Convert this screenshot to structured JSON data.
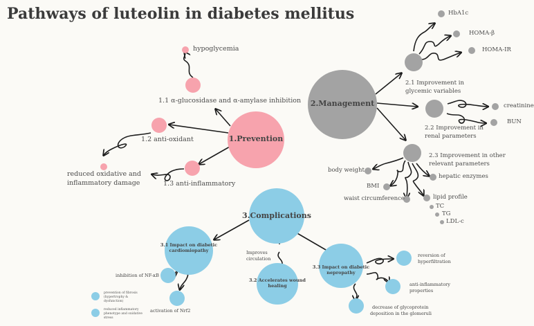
{
  "title": "Pathways of luteolin in diabetes mellitus",
  "colors": {
    "prevention": "#f7a3ad",
    "management": "#a3a3a3",
    "complications": "#8ccde6",
    "arrow": "#1c1c1c",
    "background": "#fbfaf6"
  },
  "prevention": {
    "hub": "1.Prevention",
    "branch1": "1.1 α-glucosidase and α-amylase inhibition",
    "branch1_out": "hypoglycemia",
    "branch2": "1.2 anti-oxidant",
    "branch3": "1.3 anti-inflammatory",
    "outcome_line1": "reduced oxidative and",
    "outcome_line2": "inflammatory damage"
  },
  "management": {
    "hub": "2.Management",
    "g1_line1": "2.1 Improvement in",
    "g1_line2": "glycemic variables",
    "g1_items": [
      "HbA1c",
      "HOMA-β",
      "HOMA-IR"
    ],
    "g2_line1": "2.2 Improvement in",
    "g2_line2": "renal parameters",
    "g2_items": [
      "creatinine",
      "BUN"
    ],
    "g3_line1": "2.3 Improvement in other",
    "g3_line2": "relevant parameters",
    "g3_items": [
      "body weight",
      "hepatic enzymes",
      "BMI",
      "waist circumference",
      "lipid profile",
      "TC",
      "TG",
      "LDL-c"
    ]
  },
  "complications": {
    "hub": "3.Complications",
    "c1_line1": "3.1 Impact on diabetic",
    "c1_line2": "cardiomiopathy",
    "c1_inhib": "inhibition of NF-κB",
    "c1_nrf": "activation of Nrf2",
    "c1_fib_line1": "prevention of fibrosis",
    "c1_fib_line2": "(hypertrophy &",
    "c1_fib_line3": "dysfunction)",
    "c1_red_line1": "reduced inflammatory",
    "c1_red_line2": "phenotype and oxidative",
    "c1_red_line3": "stress",
    "c2_pre_line1": "Improves",
    "c2_pre_line2": "circulation",
    "c2_line1": "3.2 Accelerates wound",
    "c2_line2": "healing",
    "c3_line1": "3.3 Impact on diabetic",
    "c3_line2": "nepropathy",
    "c3_o1_line1": "reversion of",
    "c3_o1_line2": "hyperfiltration",
    "c3_o2_line1": "anti-inflammatory",
    "c3_o2_line2": "properties",
    "c3_o3_line1": "decrease of glycoprotein",
    "c3_o3_line2": "deposition in the glomeruli"
  }
}
